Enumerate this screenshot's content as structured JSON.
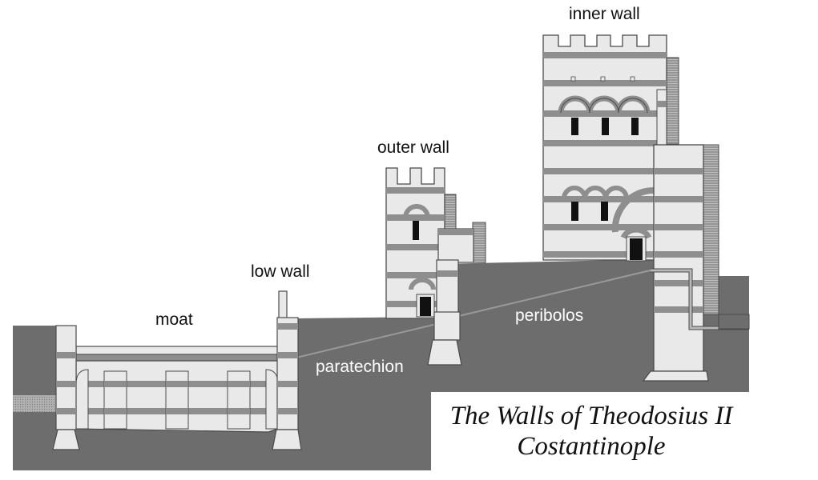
{
  "labels": {
    "inner_wall": "inner wall",
    "outer_wall": "outer wall",
    "low_wall": "low wall",
    "moat": "moat",
    "peribolos": "peribolos",
    "paratechion": "paratechion"
  },
  "title": {
    "line1": "The Walls of Theodosius II",
    "line2": "Costantinople"
  },
  "colors": {
    "ground": "#6d6d6d",
    "stone": "#e9e9e9",
    "band": "#8e8e8e",
    "outline": "#4a4a4a",
    "window": "#111111",
    "water": "#a8a8a8"
  }
}
